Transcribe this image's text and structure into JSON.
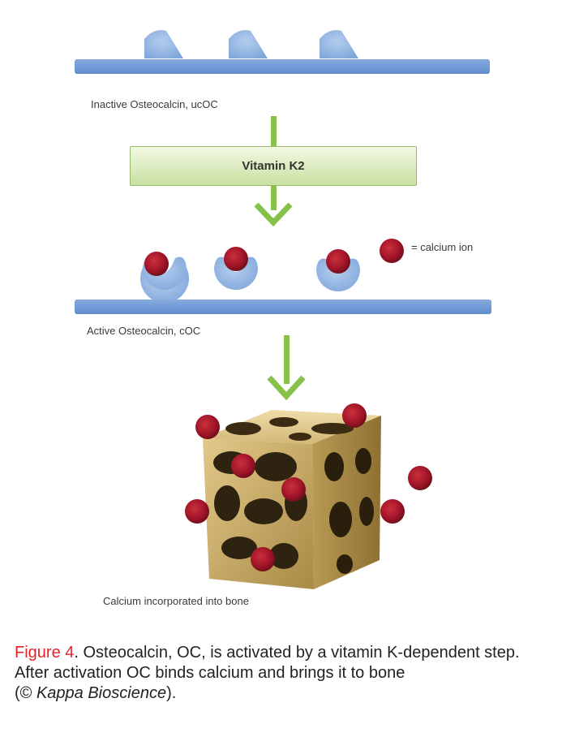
{
  "diagram": {
    "inactive_label": "Inactive Osteocalcin, ucOC",
    "vitamin_label": "Vitamin K2",
    "calcium_legend": "= calcium ion",
    "active_label": "Active Osteocalcin, cOC",
    "bone_label": "Calcium incorporated into bone"
  },
  "caption": {
    "figure_label": "Figure 4",
    "text": ". Osteocalcin, OC, is activated by a vitamin K-dependent step. After activation OC binds calcium and brings it to bone",
    "credit_open": "(© ",
    "credit_source": "Kappa Bioscience",
    "credit_close": ")."
  },
  "colors": {
    "membrane": "#6f9bd4",
    "protein": "#8fb4e3",
    "calcium": "#a5162a",
    "arrow": "#86c24a",
    "bone": "#c9a862",
    "figure_label": "#e0262c"
  }
}
